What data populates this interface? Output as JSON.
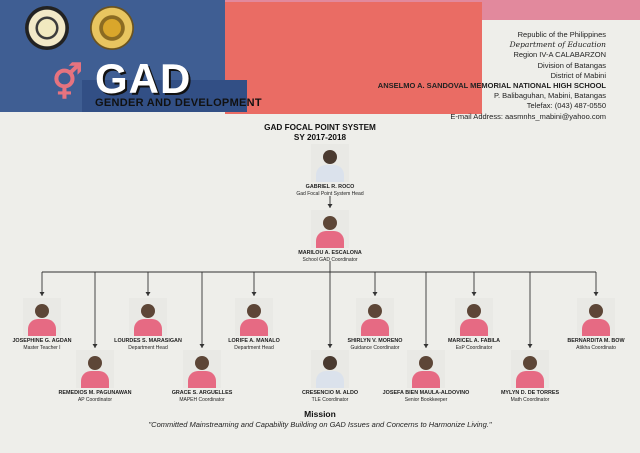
{
  "header": {
    "logo_title": "GAD",
    "logo_subtitle": "GENDER AND DEVELOPMENT",
    "gender_symbol": "⚥",
    "address_lines": [
      "Republic of the Philippines",
      "Department of Education",
      "Region IV-A CALABARZON",
      "Division of Batangas",
      "District of Mabini",
      "ANSELMO A. SANDOVAL MEMORIAL NATIONAL HIGH SCHOOL",
      "P. Balibaguhan, Mabini, Batangas",
      "Telefax: (043) 487-0550",
      "E-mail Address: aasmnhs_mabini@yahoo.com"
    ],
    "colors": {
      "blue": "#3f5e93",
      "salmon": "#ea6c64",
      "pink": "#e2899d"
    }
  },
  "chart": {
    "title_line1": "GAD FOCAL POINT SYSTEM",
    "title_line2": "SY 2017-2018"
  },
  "people": {
    "head": {
      "name": "GABRIEL R. ROCO",
      "role": "Gad Focal Point System Head"
    },
    "coordinator": {
      "name": "MARILOU A. ESCALONA",
      "role": "School GAD Coordinator"
    },
    "josephine": {
      "name": "JOSEPHINE G. AGDAN",
      "role": "Master Teacher I"
    },
    "remedios": {
      "name": "REMEDIOS M. PAGUNAWAN",
      "role": "AP Coordinator"
    },
    "lourdes": {
      "name": "LOURDES S. MARASIGAN",
      "role": "Department Head"
    },
    "grace": {
      "name": "GRACE S. ARGUELLES",
      "role": "MAPEH Coordinator"
    },
    "lorife": {
      "name": "LORIFE A. MANALO",
      "role": "Department Head"
    },
    "cresencio": {
      "name": "CRESENCIO M. ALDO",
      "role": "TLE Coordinator"
    },
    "shirlyn": {
      "name": "SHIRLYN V. MORENO",
      "role": "Guidance Coordinator"
    },
    "josefa": {
      "name": "JOSEFA BIEN MAULA-ALDOVINO",
      "role": "Senior Bookkeeper"
    },
    "maricel": {
      "name": "MARICEL A. FABILA",
      "role": "EsP Coordinator"
    },
    "mylyn": {
      "name": "MYLYN D. DE TORRES",
      "role": "Math Coordinator"
    },
    "bernardita": {
      "name": "BERNARDITA M. BOW",
      "role": "Atikha Coordinato"
    }
  },
  "mission": {
    "heading": "Mission",
    "text": "\"Committed Mainstreaming and Capability Building on GAD Issues and Concerns to Harmonize Living.\""
  }
}
